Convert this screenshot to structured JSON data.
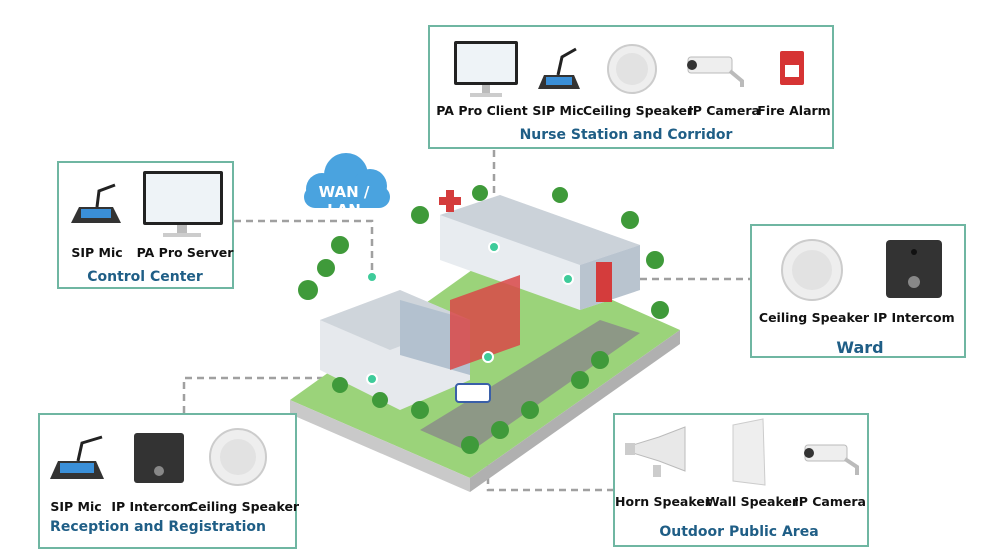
{
  "network": {
    "label": "WAN / LAN"
  },
  "groups": {
    "nurse": {
      "title": "Nurse Station and Corridor",
      "devices": [
        "PA Pro Client",
        "SIP Mic",
        "Ceiling Speaker",
        "IP Camera",
        "Fire Alarm"
      ]
    },
    "control": {
      "title": "Control Center",
      "devices": [
        "SIP Mic",
        "PA Pro Server"
      ]
    },
    "ward": {
      "title": "Ward",
      "devices": [
        "Ceiling Speaker",
        "IP Intercom"
      ]
    },
    "reception": {
      "title": "Reception and Registration",
      "devices": [
        "SIP Mic",
        "IP Intercom",
        "Ceiling Speaker"
      ]
    },
    "outdoor": {
      "title": "Outdoor Public Area",
      "devices": [
        "Horn Speaker",
        "Wall Speaker",
        "IP Camera"
      ]
    }
  },
  "colors": {
    "border": "#6fb6a2",
    "title": "#1f5e86",
    "cloud": "#4aa3df",
    "link": "#9a9a9a",
    "node": "#3ecb9a"
  }
}
